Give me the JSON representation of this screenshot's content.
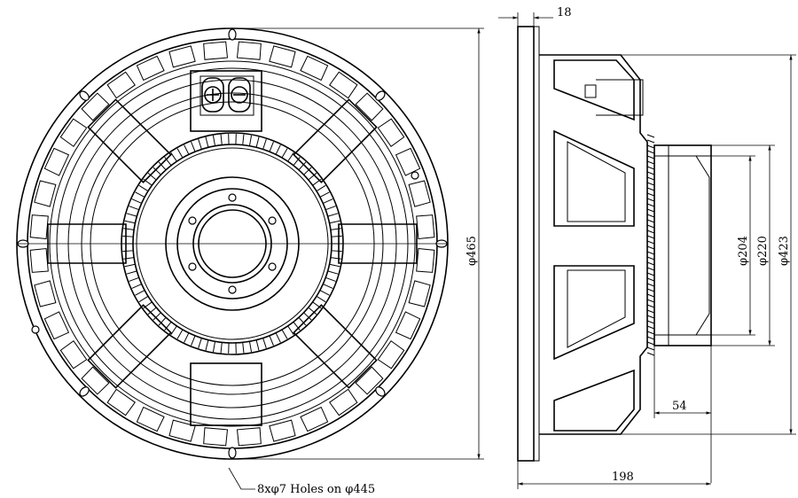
{
  "dimensions": {
    "flange_thickness": "18",
    "outer_diameter": "φ465",
    "magnet_inner": "φ204",
    "magnet_outer": "φ220",
    "frame_diameter": "φ423",
    "magnet_depth": "54",
    "overall_depth": "198"
  },
  "note": {
    "holes": "8xφ7 Holes on φ445"
  }
}
